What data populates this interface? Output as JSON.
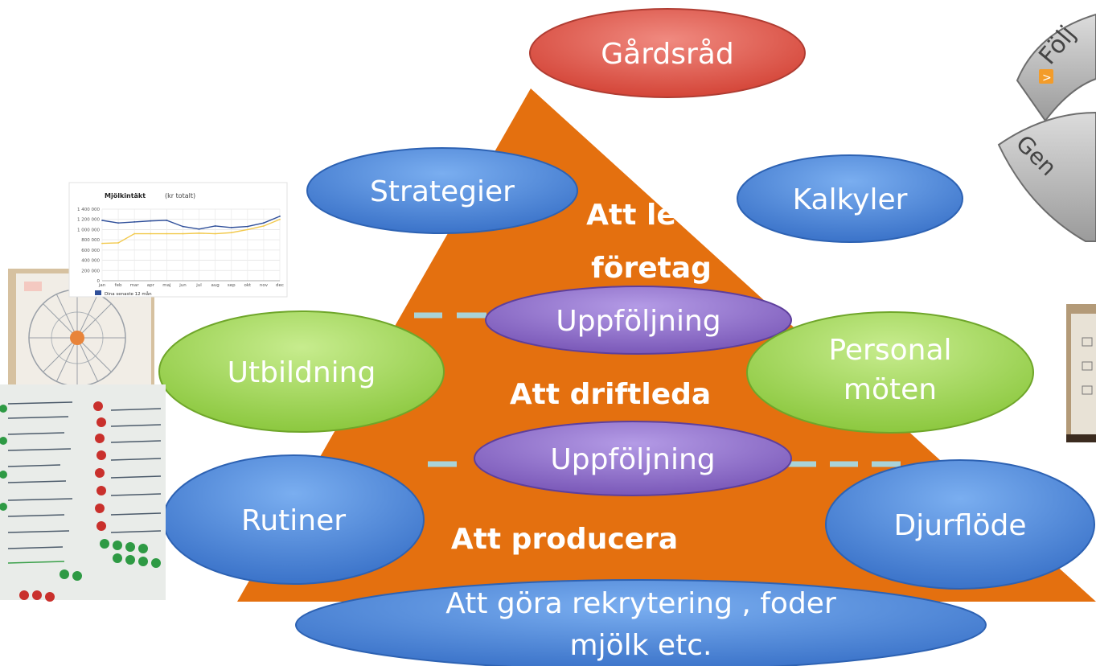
{
  "pyramid": {
    "levels": [
      "Att leda",
      "företag",
      "Att driftleda",
      "Att producera"
    ]
  },
  "ovals": {
    "gardsrad": "Gårdsråd",
    "strategier": "Strategier",
    "kalkyler": "Kalkyler",
    "uppfoljning_top": "Uppföljning",
    "utbildning": "Utbildning",
    "personal_line1": "Personal",
    "personal_line2": "möten",
    "uppfoljning_mid": "Uppföljning",
    "rutiner": "Rutiner",
    "djurflode": "Djurflöde",
    "bottom_line1": "Att göra rekrytering , foder",
    "bottom_line2": "mjölk etc."
  },
  "chart_data": {
    "type": "line",
    "title": "Mjölkintäkt",
    "subtitle": "(kr totalt)",
    "categories": [
      "jan",
      "feb",
      "mar",
      "apr",
      "maj",
      "jun",
      "jul",
      "aug",
      "sep",
      "okt",
      "nov",
      "dec"
    ],
    "yticks": [
      "1 400 000",
      "1 200 000",
      "1 000 000",
      "800 000",
      "600 000",
      "400 000",
      "200 000",
      "0"
    ],
    "ylim": [
      0,
      1400000
    ],
    "series": [
      {
        "name": "Dina senaste 12 mån",
        "color": "#2f4f9a",
        "values": [
          1180000,
          1130000,
          1150000,
          1170000,
          1180000,
          1060000,
          1010000,
          1070000,
          1040000,
          1060000,
          1130000,
          1260000
        ]
      },
      {
        "color": "#f2c94c",
        "values": [
          730000,
          740000,
          920000,
          920000,
          920000,
          920000,
          930000,
          920000,
          940000,
          1000000,
          1070000,
          1200000
        ]
      }
    ],
    "legend": "bottom-left"
  },
  "colors": {
    "pyramid": "#e4700f",
    "red_oval": "#e2574c",
    "blue_oval": "#4a86d6",
    "green_oval": "#9fd45a",
    "purple_oval": "#8a6bc4",
    "dash": "#a9d3d8"
  },
  "decor": {
    "badge_top_text": "Följ",
    "badge_bottom_text": "Gen"
  }
}
